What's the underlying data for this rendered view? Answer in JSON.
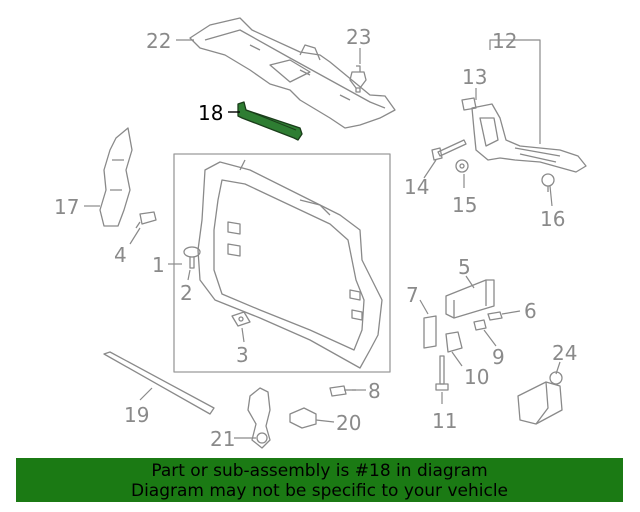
{
  "colors": {
    "linework": "#8a8a8a",
    "label": "#8a8a8a",
    "highlight_fill": "#2e7d32",
    "highlight_label": "#000000",
    "banner_bg": "#1b7a14",
    "banner_text": "#000000"
  },
  "callouts": [
    {
      "id": "1",
      "highlight": false
    },
    {
      "id": "2",
      "highlight": false
    },
    {
      "id": "3",
      "highlight": false
    },
    {
      "id": "4",
      "highlight": false
    },
    {
      "id": "5",
      "highlight": false
    },
    {
      "id": "6",
      "highlight": false
    },
    {
      "id": "7",
      "highlight": false
    },
    {
      "id": "8",
      "highlight": false
    },
    {
      "id": "9",
      "highlight": false
    },
    {
      "id": "10",
      "highlight": false
    },
    {
      "id": "11",
      "highlight": false
    },
    {
      "id": "12",
      "highlight": false
    },
    {
      "id": "13",
      "highlight": false
    },
    {
      "id": "14",
      "highlight": false
    },
    {
      "id": "15",
      "highlight": false
    },
    {
      "id": "16",
      "highlight": false
    },
    {
      "id": "17",
      "highlight": false
    },
    {
      "id": "18",
      "highlight": true
    },
    {
      "id": "19",
      "highlight": false
    },
    {
      "id": "20",
      "highlight": false
    },
    {
      "id": "21",
      "highlight": false
    },
    {
      "id": "22",
      "highlight": false
    },
    {
      "id": "23",
      "highlight": false
    },
    {
      "id": "24",
      "highlight": false
    }
  ],
  "banner": {
    "line1": "Part or sub-assembly is #18 in diagram",
    "line2": "Diagram may not be specific to your vehicle"
  }
}
